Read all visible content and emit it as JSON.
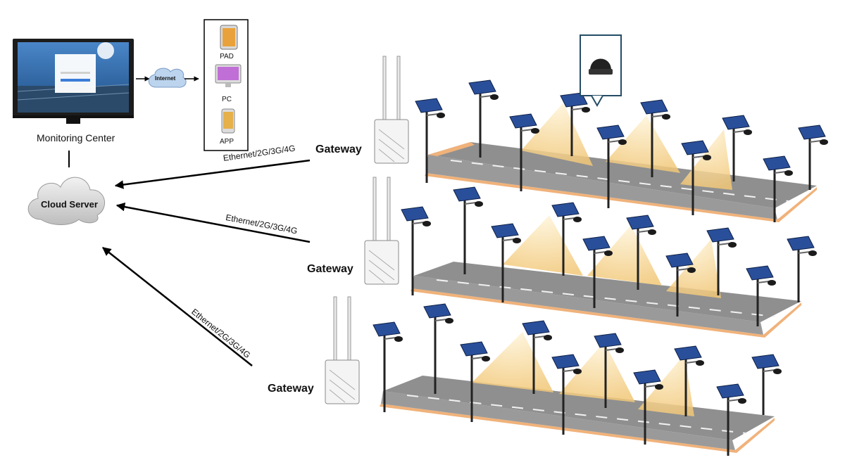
{
  "monitoring_center": {
    "label": "Monitoring Center"
  },
  "cloud_server": {
    "label": "Cloud Server"
  },
  "internet": {
    "label": "Internet"
  },
  "devices": [
    {
      "label": "PAD",
      "icon": "tablet-icon"
    },
    {
      "label": "PC",
      "icon": "desktop-pc-icon"
    },
    {
      "label": "APP",
      "icon": "smartphone-icon"
    }
  ],
  "gateways": [
    {
      "label": "Gateway",
      "link": "Ethernet/2G/3G/4G"
    },
    {
      "label": "Gateway",
      "link": "Ethernet/2G/3G/4G"
    },
    {
      "label": "Gateway",
      "link": "Ethernet/2G/3G/4G"
    }
  ],
  "icons": {
    "solar_light": "solar-street-light-icon",
    "sensor": "light-controller-sensor-icon",
    "gateway": "gateway-router-icon",
    "cloud": "cloud-icon",
    "monitor": "monitor-icon"
  },
  "colors": {
    "light_beam": "#f6dba0",
    "road": "#8f8f8f",
    "curb": "#f0b27a",
    "panel": "#2a4f9a",
    "cloud": "#d9d9d9"
  }
}
